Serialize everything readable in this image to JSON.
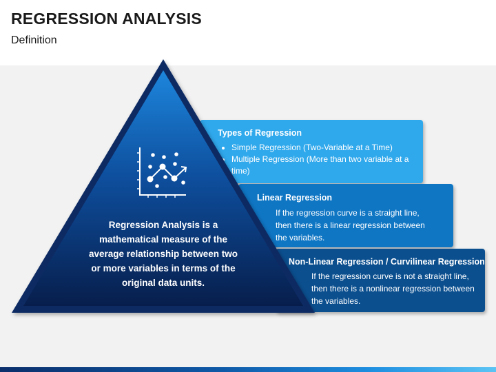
{
  "header": {
    "title": "REGRESSION ANALYSIS",
    "subtitle": "Definition"
  },
  "pyramid": {
    "icon": "scatter-plot-icon",
    "text": "Regression Analysis is a mathematical measure of the average relationship between two or more variables in terms of the original data units."
  },
  "boxes": [
    {
      "title": "Types of Regression",
      "bullets": [
        "Simple Regression (Two-Variable at a Time)",
        "Multiple Regression (More than two variable at a time)"
      ],
      "color": "#2fa8ec"
    },
    {
      "title": "Linear Regression",
      "description": "If the regression curve is a straight line, then there is a linear regression between the variables.",
      "color": "#0f76c4"
    },
    {
      "title": "Non-Linear Regression / Curvilinear Regression",
      "description": "If the regression curve is not a straight line, then there is a nonlinear regression between the variables.",
      "color": "#0b4f8f"
    }
  ]
}
